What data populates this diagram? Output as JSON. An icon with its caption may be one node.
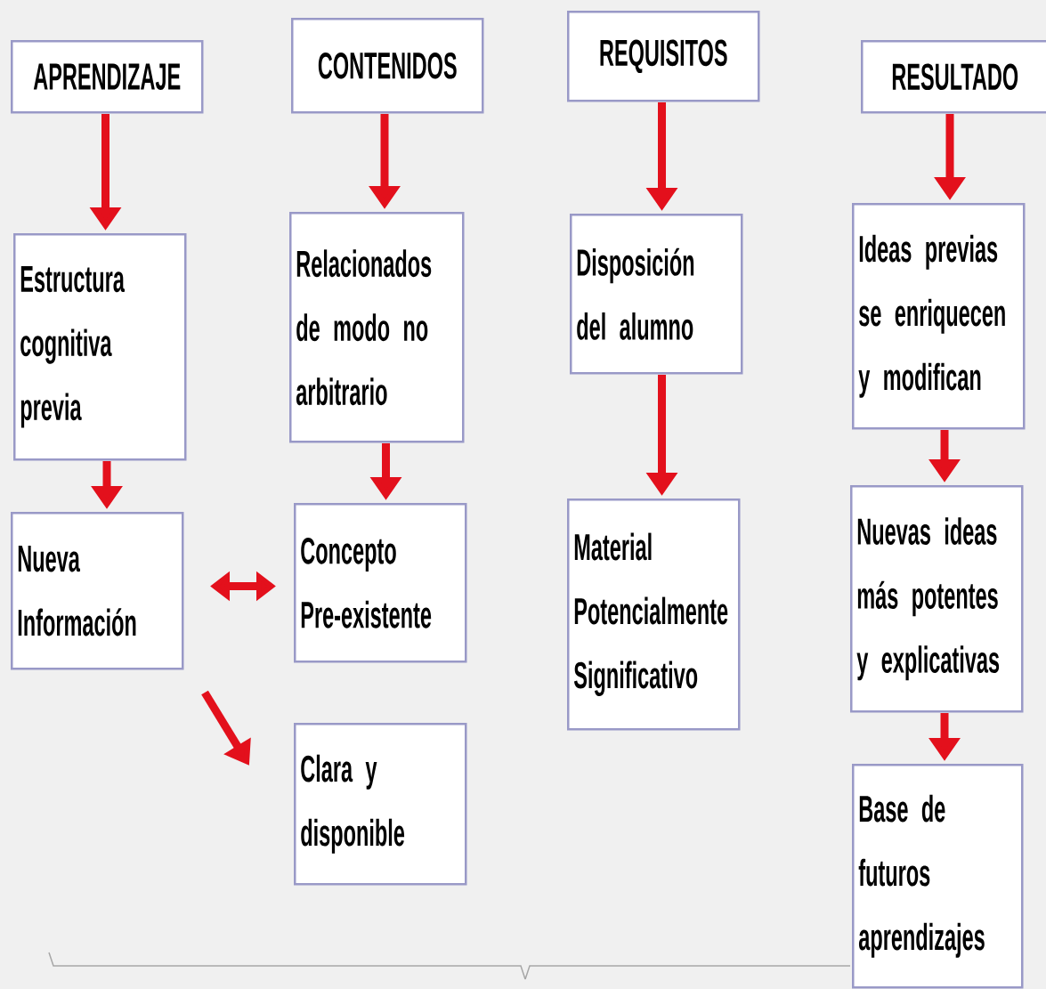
{
  "diagram": {
    "nodes": [
      {
        "text": [
          "APRENDIZAJE"
        ]
      },
      {
        "text": [
          "CONTENIDOS"
        ]
      },
      {
        "text": [
          "REQUISITOS"
        ]
      },
      {
        "text": [
          "RESULTADO"
        ]
      },
      {
        "text": [
          "Estructura cognitiva previa"
        ]
      },
      {
        "text": [
          "Nueva Información"
        ]
      },
      {
        "text": [
          "Relacionados de modo no arbitrario"
        ]
      },
      {
        "text": [
          "Concepto Pre-existente"
        ]
      },
      {
        "text": [
          "Clara y disponible"
        ]
      },
      {
        "text": [
          "Disposición del alumno"
        ]
      },
      {
        "text": [
          "Material Potencialmente Significativo"
        ]
      },
      {
        "text": [
          "Ideas previas se enriquecen y modifican"
        ]
      },
      {
        "text": [
          "Nuevas ideas más potentes y explicativas"
        ]
      },
      {
        "text": [
          "Base de futuros aprendizajes"
        ]
      }
    ],
    "edges": [
      {
        "from": 0,
        "to": 4,
        "arrow": "to"
      },
      {
        "from": 1,
        "to": 6,
        "arrow": "to"
      },
      {
        "from": 2,
        "to": 9,
        "arrow": "to"
      },
      {
        "from": 3,
        "to": 11,
        "arrow": "to"
      },
      {
        "from": 4,
        "to": 5,
        "arrow": "to"
      },
      {
        "from": 6,
        "to": 7,
        "arrow": "to"
      },
      {
        "from": 9,
        "to": 10,
        "arrow": "to"
      },
      {
        "from": 11,
        "to": 12,
        "arrow": "to"
      },
      {
        "from": 12,
        "to": 13,
        "arrow": "to"
      },
      {
        "from": 5,
        "to": 7,
        "arrow": "both"
      },
      {
        "from": 5,
        "to": 8,
        "arrow": "to"
      }
    ]
  }
}
